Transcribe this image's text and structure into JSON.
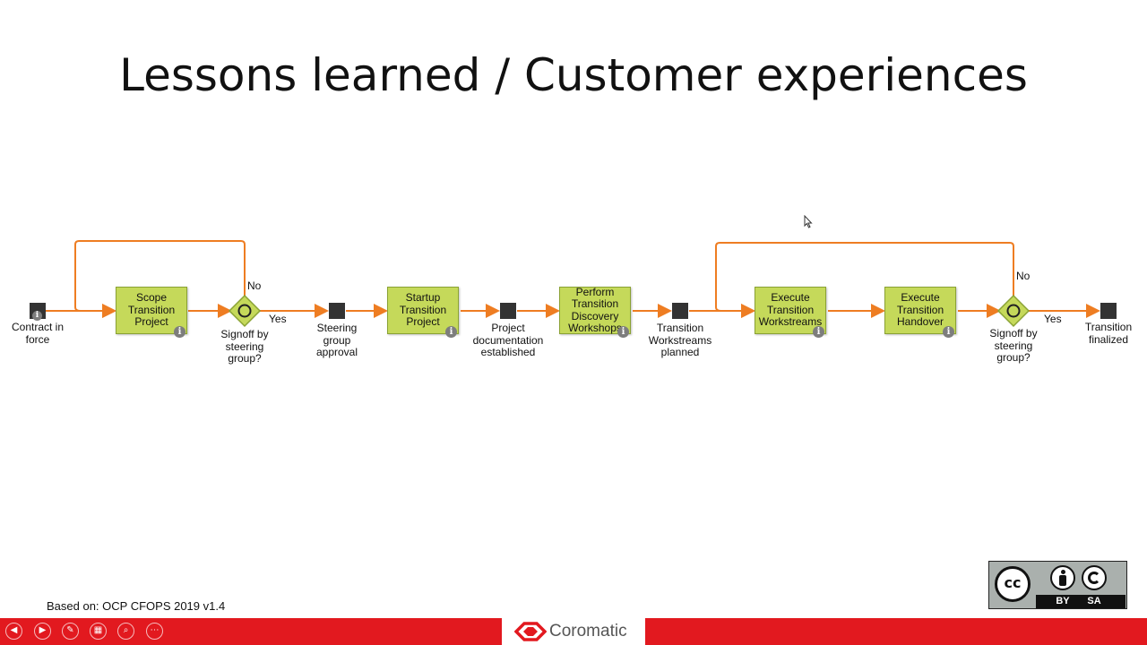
{
  "slide": {
    "title": "Lessons learned / Customer experiences"
  },
  "events": {
    "contract": "Contract in force",
    "steering_approval": "Steering group approval",
    "project_doc": "Project documentation established",
    "workstreams_planned": "Transition Workstreams planned",
    "finalized": "Transition finalized"
  },
  "tasks": {
    "scope": "Scope Transition Project",
    "startup": "Startup Transition Project",
    "perform": "Perform Transition Discovery Workshops",
    "execute_ws": "Execute Transition Workstreams",
    "execute_ho": "Execute Transition Handover"
  },
  "gateways": {
    "g1_label": "Signoff by steering group?",
    "g1_no": "No",
    "g1_yes": "Yes",
    "g2_label": "Signoff by steering group?",
    "g2_no": "No",
    "g2_yes": "Yes"
  },
  "footer": {
    "note": "Based on: OCP CFOPS 2019 v1.4",
    "brand": "Coromatic"
  },
  "license": {
    "by": "BY",
    "sa": "SA",
    "cc": "cc"
  },
  "info_glyph": "i",
  "nav_buttons": [
    "prev-icon",
    "next-icon",
    "pen-icon",
    "slides-icon",
    "zoom-icon",
    "more-icon"
  ],
  "colors": {
    "flow": "#ee7d22",
    "task": "#c5d95a",
    "brand_red": "#e2191f"
  }
}
